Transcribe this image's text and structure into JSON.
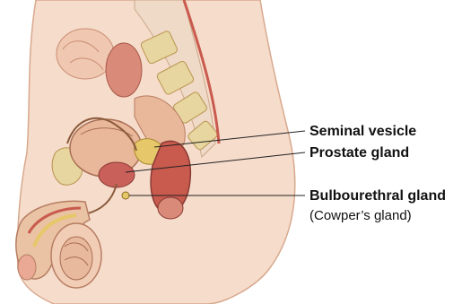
{
  "labels": {
    "seminal_vesicle": "Seminal vesicle",
    "prostate_gland": "Prostate gland",
    "bulbourethral_gland": "Bulbourethral gland",
    "cowpers_gland": "(Cowper’s gland)"
  },
  "colors": {
    "skin": "#f6dccb",
    "skin_dark": "#e9b99e",
    "vertebra": "#e7d6a0",
    "muscle": "#c95a4e",
    "organ": "#d98a78",
    "bladder": "#e9b79a",
    "intestine": "#f0c7b0",
    "line": "#222222"
  }
}
